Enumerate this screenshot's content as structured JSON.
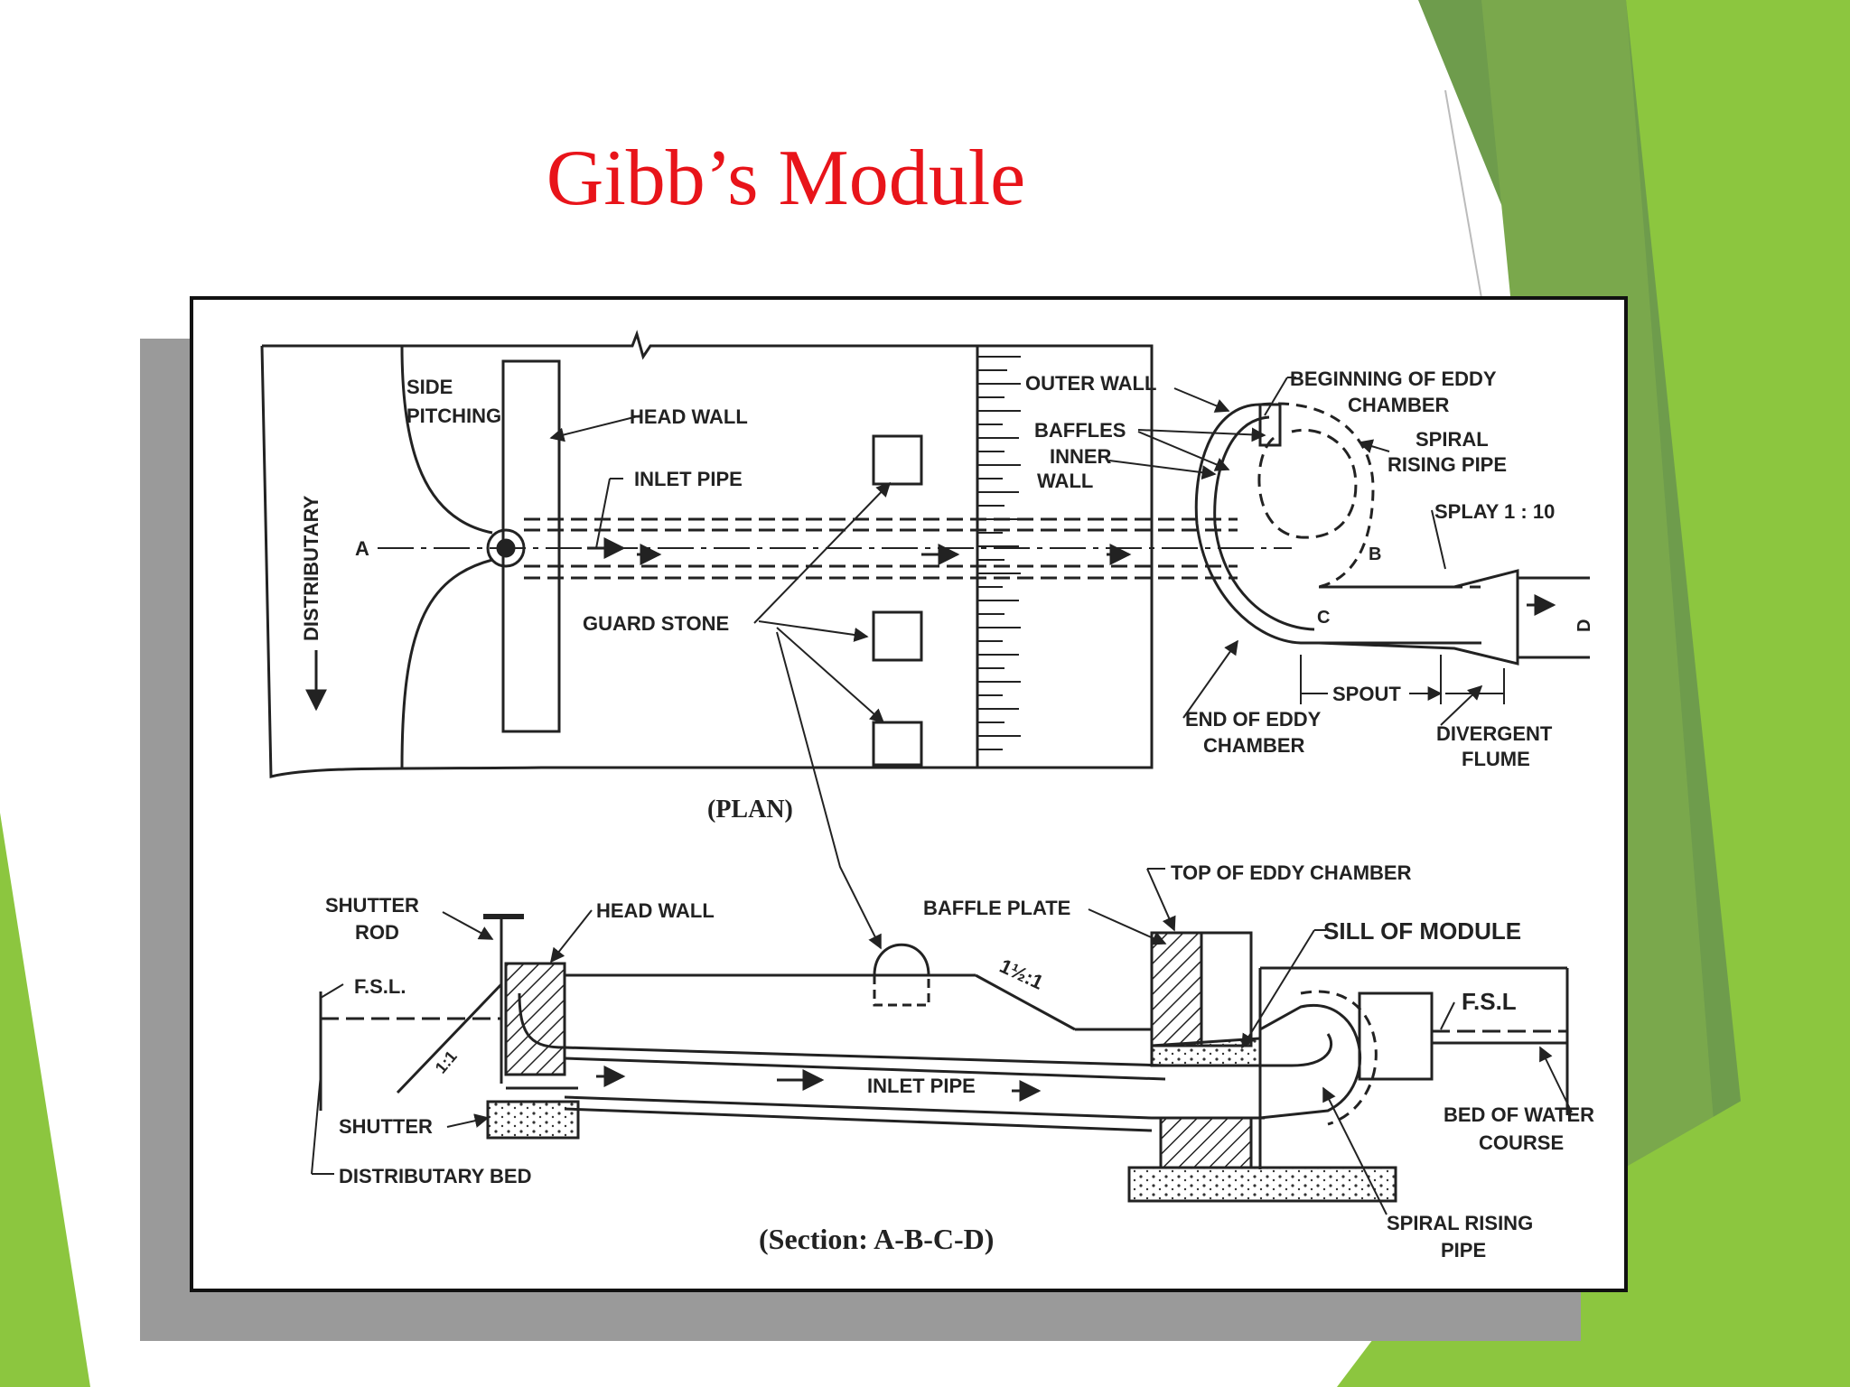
{
  "slide": {
    "title": "Gibb’s Module"
  },
  "colors": {
    "title": "#e8141a",
    "accent_green": "#8cc63f",
    "dark_green": "#6a9a44"
  },
  "plan": {
    "caption": "(PLAN)",
    "labels": {
      "side_pitching": [
        "SIDE",
        "PITCHING"
      ],
      "head_wall": "HEAD WALL",
      "inlet_pipe": "INLET PIPE",
      "distributary": "DISTRIBUTARY",
      "point_a": "A",
      "point_b": "B",
      "point_c": "C",
      "point_d": "D",
      "guard_stone": "GUARD STONE",
      "outer_wall": "OUTER WALL",
      "baffles": "BAFFLES",
      "inner_wall": [
        "INNER",
        "WALL"
      ],
      "beginning_eddy": [
        "BEGINNING OF EDDY",
        "CHAMBER"
      ],
      "spiral_rising_pipe": [
        "SPIRAL",
        "RISING PIPE"
      ],
      "splay": "SPLAY 1 : 10",
      "spout": "SPOUT",
      "end_eddy": [
        "END OF EDDY",
        "CHAMBER"
      ],
      "divergent_flume": [
        "DIVERGENT",
        "FLUME"
      ]
    }
  },
  "section": {
    "caption": "(Section: A-B-C-D)",
    "labels": {
      "shutter_rod": [
        "SHUTTER",
        "ROD"
      ],
      "head_wall": "HEAD WALL",
      "fsl_left": "F.S.L.",
      "fsl_right": "F.S.L",
      "shutter": "SHUTTER",
      "distributary_bed": "DISTRIBUTARY BED",
      "slope_left": "1:1",
      "slope_right": "1½:1",
      "inlet_pipe": "INLET PIPE",
      "baffle_plate": "BAFFLE PLATE",
      "top_eddy": "TOP OF EDDY CHAMBER",
      "sill": "SILL OF MODULE",
      "bed_water_course": [
        "BED OF WATER",
        "COURSE"
      ],
      "spiral_rising_pipe": [
        "SPIRAL RISING",
        "PIPE"
      ]
    }
  }
}
